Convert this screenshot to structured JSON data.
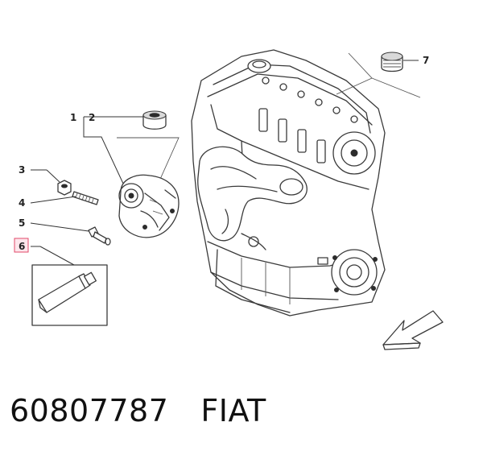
{
  "callouts": [
    {
      "id": "1",
      "label": "1"
    },
    {
      "id": "2",
      "label": "2"
    },
    {
      "id": "3",
      "label": "3"
    },
    {
      "id": "4",
      "label": "4"
    },
    {
      "id": "5",
      "label": "5"
    },
    {
      "id": "6",
      "label": "6",
      "highlighted": true,
      "highlight_color": "#e24a6a"
    },
    {
      "id": "7",
      "label": "7"
    }
  ],
  "footer": {
    "part_number": "60807787",
    "brand": "FIAT"
  },
  "colors": {
    "line": "#3a3a3a",
    "text": "#111111",
    "highlight": "#e24a6a"
  }
}
